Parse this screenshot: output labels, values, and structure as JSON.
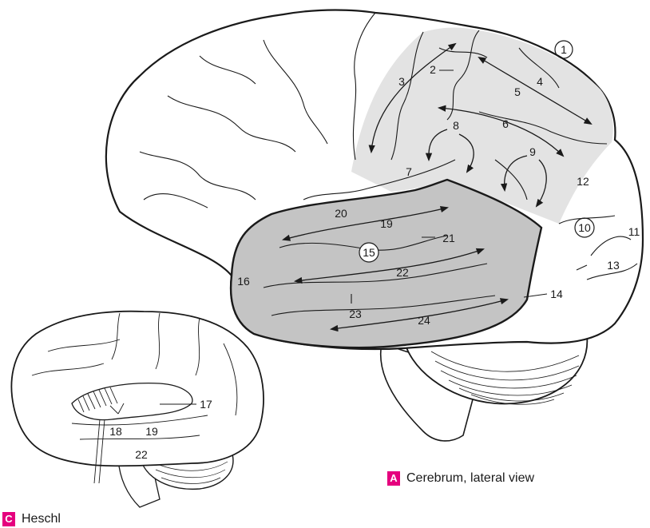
{
  "caption_a": {
    "letter": "A",
    "text": "Cerebrum, lateral view"
  },
  "caption_c": {
    "letter": "C",
    "text": "Heschl"
  },
  "colors": {
    "badge": "#e5007e",
    "light_region": "#e3e3e3",
    "dark_region": "#c4c4c4",
    "line": "#1a1a1a"
  },
  "main_labels": [
    {
      "id": "l1",
      "text": "1",
      "circled": true
    },
    {
      "id": "l2",
      "text": "2"
    },
    {
      "id": "l3",
      "text": "3"
    },
    {
      "id": "l4",
      "text": "4"
    },
    {
      "id": "l5",
      "text": "5"
    },
    {
      "id": "l6",
      "text": "6"
    },
    {
      "id": "l7",
      "text": "7"
    },
    {
      "id": "l8",
      "text": "8"
    },
    {
      "id": "l9",
      "text": "9"
    },
    {
      "id": "l10",
      "text": "10",
      "circled": true
    },
    {
      "id": "l11",
      "text": "11"
    },
    {
      "id": "l12",
      "text": "12"
    },
    {
      "id": "l13",
      "text": "13"
    },
    {
      "id": "l14",
      "text": "14"
    },
    {
      "id": "l15",
      "text": "15",
      "circled": true
    },
    {
      "id": "l16",
      "text": "16"
    },
    {
      "id": "l19",
      "text": "19"
    },
    {
      "id": "l20",
      "text": "20"
    },
    {
      "id": "l21",
      "text": "21"
    },
    {
      "id": "l22",
      "text": "22"
    },
    {
      "id": "l23",
      "text": "23"
    },
    {
      "id": "l24",
      "text": "24"
    }
  ],
  "inset_labels": [
    {
      "id": "i17",
      "text": "17"
    },
    {
      "id": "i18",
      "text": "18"
    },
    {
      "id": "i19",
      "text": "19"
    },
    {
      "id": "i22",
      "text": "22"
    }
  ]
}
